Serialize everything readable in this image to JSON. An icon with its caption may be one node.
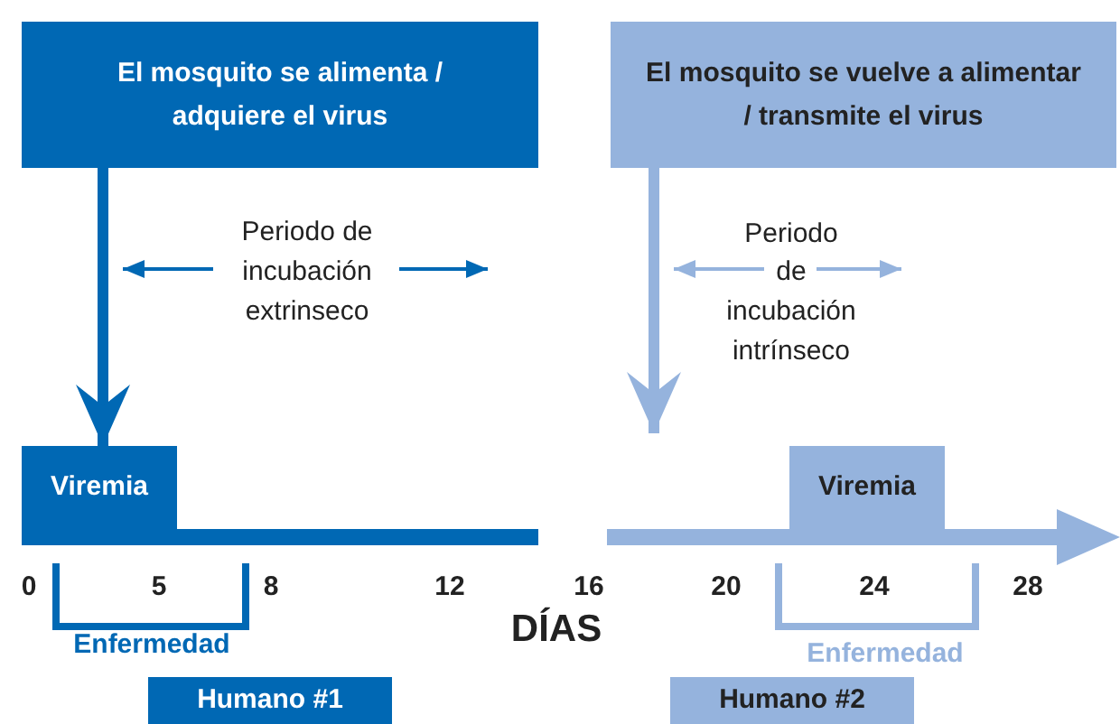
{
  "diagram": {
    "nodes": [
      {
        "text": [
          "El mosquito se alimenta / adquiere el virus"
        ]
      },
      {
        "text": [
          "El mosquito se vuelve a alimentar / transmite el virus"
        ]
      },
      {
        "text": [
          "Viremia"
        ]
      },
      {
        "text": [
          "Viremia"
        ]
      },
      {
        "text": [
          "Humano #1"
        ]
      },
      {
        "text": [
          "Humano #2"
        ]
      },
      {
        "text": [
          "Periodo de incubación extrinseco"
        ]
      },
      {
        "text": [
          "Periodo de incubación intrínseco"
        ]
      }
    ],
    "edges": [
      {
        "from": 0,
        "to": 2,
        "arrow": "to"
      },
      {
        "from": 1,
        "to": null,
        "arrow": "to",
        "color": "#95b3dd"
      }
    ],
    "labels": [
      "0",
      "5",
      "8",
      "12",
      "16",
      "20",
      "24",
      "28",
      "DÍAS",
      "Enfermedad",
      "Enfermedad"
    ]
  }
}
